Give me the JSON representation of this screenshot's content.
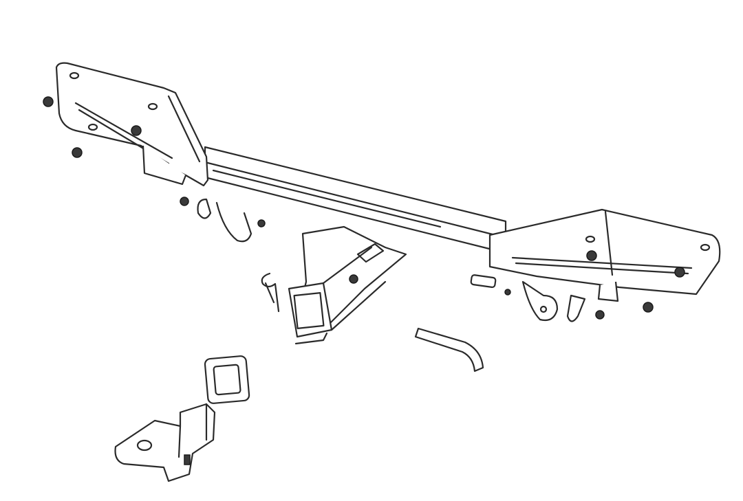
{
  "colors": {
    "background": "#ffffff",
    "line": "#2a2a2a",
    "fastener": "#3a3a3a"
  },
  "icons": [
    "hitch-crossbar",
    "left-mounting-bracket",
    "right-mounting-bracket",
    "receiver-tube",
    "hitch-pin-clip",
    "hitch-pin",
    "receiver-collar",
    "ball-mount",
    "nut"
  ]
}
